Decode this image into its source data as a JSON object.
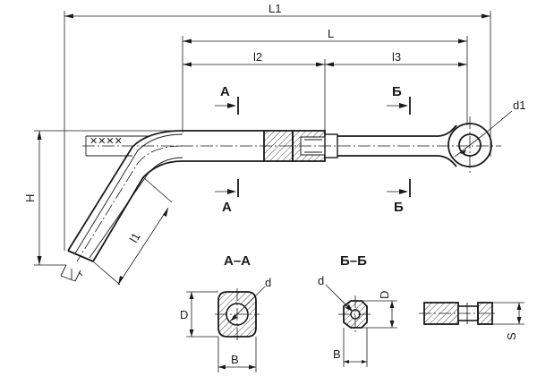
{
  "dimensions": {
    "L1": "L1",
    "L": "L",
    "l2": "l2",
    "l3": "l3",
    "l1": "l1",
    "H": "H",
    "d1": "d1",
    "d_aa": "d",
    "D_aa": "D",
    "B_aa": "B",
    "d_bb": "d",
    "D_bb": "D",
    "B_bb": "B",
    "S": "S"
  },
  "section_marks": {
    "A_top": "A",
    "A_bottom": "A",
    "B_top": "Б",
    "B_bottom": "Б"
  },
  "section_titles": {
    "aa": "A–A",
    "bb": "Б–Б"
  }
}
